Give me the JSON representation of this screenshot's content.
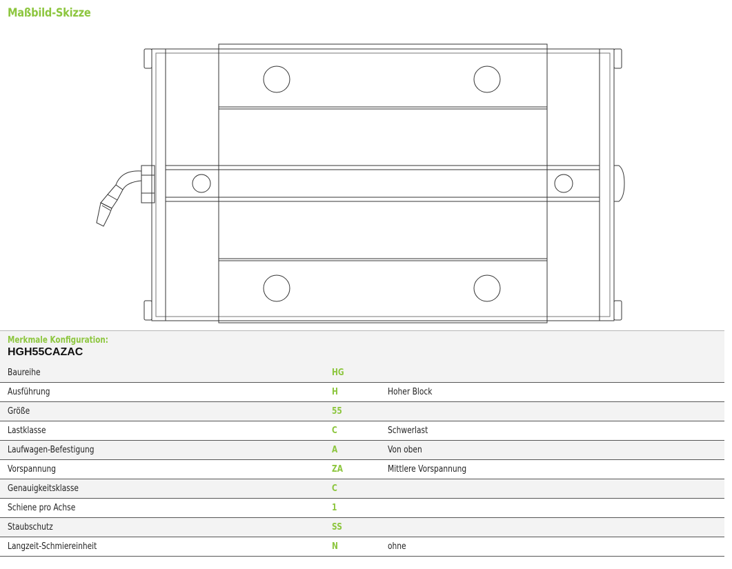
{
  "page": {
    "title": "Maßbild-Skizze"
  },
  "configuration": {
    "label": "Merkmale Konfiguration:",
    "code": "HGH55CAZAC"
  },
  "rows": [
    {
      "name": "Baureihe",
      "code": "HG",
      "description": ""
    },
    {
      "name": "Ausführung",
      "code": "H",
      "description": "Hoher Block"
    },
    {
      "name": "Größe",
      "code": "55",
      "description": ""
    },
    {
      "name": "Lastklasse",
      "code": "C",
      "description": "Schwerlast"
    },
    {
      "name": "Laufwagen-Befestigung",
      "code": "A",
      "description": "Von oben"
    },
    {
      "name": "Vorspannung",
      "code": "ZA",
      "description": "Mittlere Vorspannung"
    },
    {
      "name": "Genauigkeitsklasse",
      "code": "C",
      "description": ""
    },
    {
      "name": "Schiene pro Achse",
      "code": "1",
      "description": ""
    },
    {
      "name": "Staubschutz",
      "code": "SS",
      "description": ""
    },
    {
      "name": "Langzeit-Schmiereinheit",
      "code": "N",
      "description": "ohne"
    }
  ],
  "colors": {
    "accent": "#8dc63f",
    "text": "#222222",
    "row_alt": "#f3f3f3",
    "line": "#555555"
  }
}
